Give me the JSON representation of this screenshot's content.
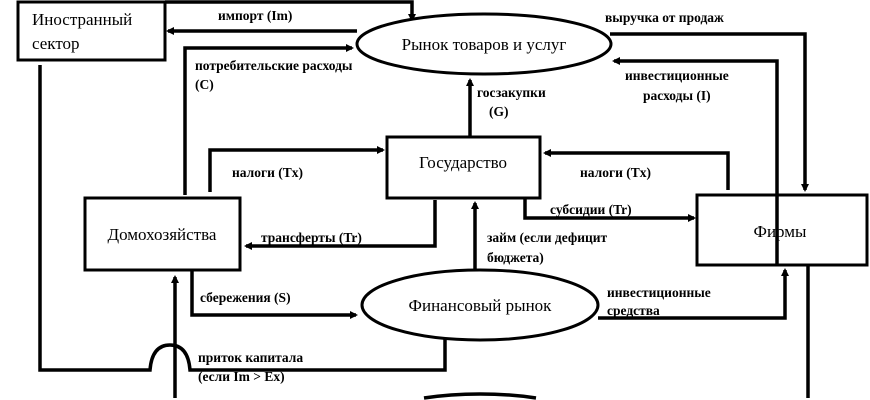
{
  "nodes": {
    "foreign_line1": "Иностранный",
    "foreign_line2": "сектор",
    "goods_market": "Рынок товаров и услуг",
    "government": "Государство",
    "households": "Домохозяйства",
    "firms": "Фирмы",
    "financial_market": "Финансовый рынок"
  },
  "flows": {
    "import": "импорт (Im)",
    "consumption_1": "потребительские расходы",
    "consumption_2": "(C)",
    "taxes_households": "налоги (Tx)",
    "gov_purchases_1": "госзакупки",
    "gov_purchases_2": "(G)",
    "revenue": "выручка от продаж",
    "investment_1": "инвестиционные",
    "investment_2": "расходы (I)",
    "taxes_firms": "налоги (Tx)",
    "subsidies": "субсидии (Tr)",
    "transfers": "трансферты (Tr)",
    "loan_1": "займ (если дефицит",
    "loan_2": "бюджета)",
    "savings": "сбережения (S)",
    "invest_funds_1": "инвестиционные",
    "invest_funds_2": "средства",
    "capital_inflow_1": "приток капитала",
    "capital_inflow_2": "(если Im > Ex)"
  }
}
